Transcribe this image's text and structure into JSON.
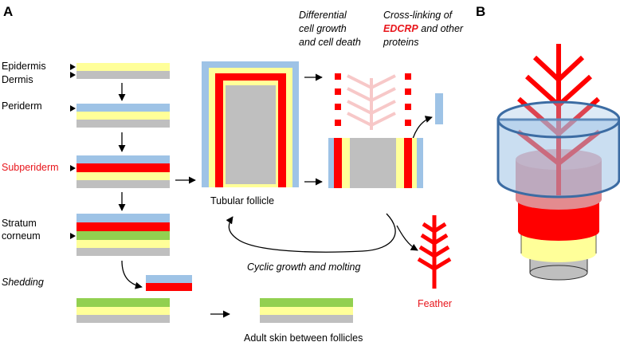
{
  "panels": {
    "a": "A",
    "b": "B"
  },
  "layers": {
    "epidermis": "Epidermis",
    "dermis": "Dermis",
    "periderm": "Periderm",
    "subperiderm": "Subperiderm",
    "stratum_line1": "Stratum",
    "stratum_line2": "corneum",
    "shedding": "Shedding"
  },
  "labels": {
    "tubular_follicle": "Tubular follicle",
    "cyclic": "Cyclic growth and molting",
    "adult_skin": "Adult skin between follicles",
    "feather": "Feather",
    "diff_line1": "Differential",
    "diff_line2": "cell growth",
    "diff_line3": "and cell death",
    "cross_line1": "Cross-linking of",
    "cross_edcrp": "EDCRP",
    "cross_line2_rest": " and other",
    "cross_line3": "proteins"
  },
  "colors": {
    "blue": "#9ec3e6",
    "yellow": "#ffff99",
    "red": "#ff0000",
    "gray": "#bfbfbf",
    "green": "#92d050",
    "label_red": "#e8151b"
  }
}
